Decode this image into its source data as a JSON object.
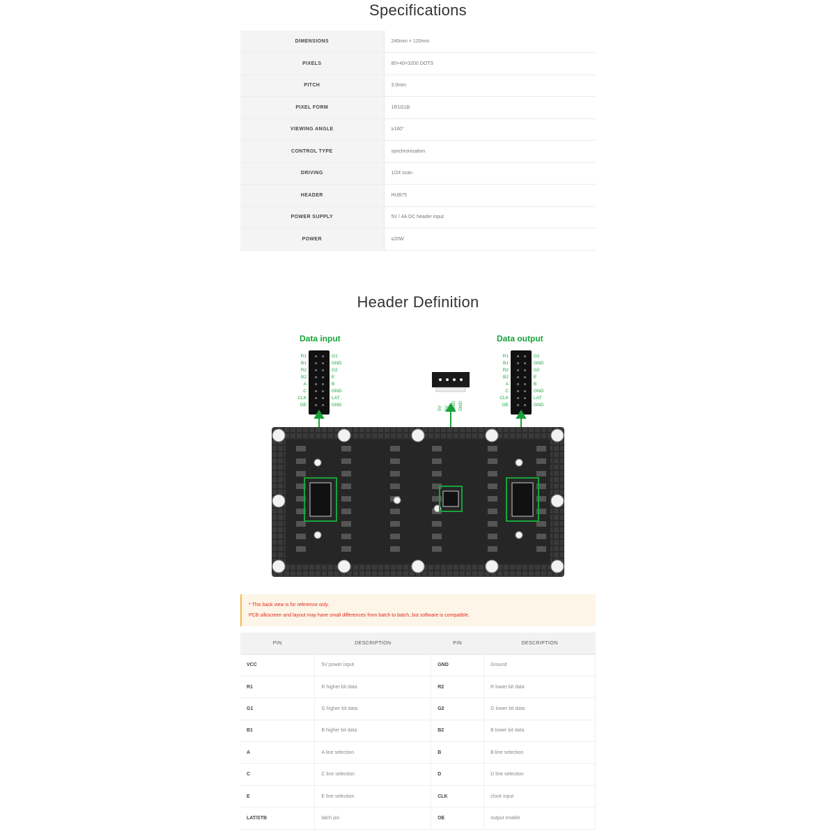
{
  "specifications": {
    "title": "Specifications",
    "rows": [
      {
        "key": "DIMENSIONS",
        "value": "240mm × 120mm"
      },
      {
        "key": "PIXELS",
        "value": "80×40=3200 DOTS"
      },
      {
        "key": "PITCH",
        "value": "3.0mm"
      },
      {
        "key": "PIXEL FORM",
        "value": "1R1G1B"
      },
      {
        "key": "VIEWING ANGLE",
        "value": "≥160°"
      },
      {
        "key": "CONTROL TYPE",
        "value": "synchronization"
      },
      {
        "key": "DRIVING",
        "value": "1/24 scan"
      },
      {
        "key": "HEADER",
        "value": "HUB75"
      },
      {
        "key": "POWER SUPPLY",
        "value": "5V / 4A DC header input"
      },
      {
        "key": "POWER",
        "value": "≤20W"
      }
    ]
  },
  "header_definition": {
    "title": "Header Definition",
    "data_input_label": "Data input",
    "data_output_label": "Data output",
    "input_pins_left": [
      "R1",
      "B1",
      "R2",
      "B2",
      "A",
      "C",
      "CLK",
      "OE"
    ],
    "input_pins_right": [
      "G1",
      "GND",
      "G2",
      "E",
      "B",
      "GND",
      "LAT",
      "GND"
    ],
    "power_pins": [
      "5V",
      "5V",
      "GND",
      "GND"
    ]
  },
  "note": {
    "line1": "* This back view is for reference only.",
    "line2": "PCB silkscreen and layout may have small differences from batch to batch, but software is compatible."
  },
  "pin_table": {
    "headers": [
      "PIN",
      "DESCRIPTION",
      "PIN",
      "DESCRIPTION"
    ],
    "rows": [
      {
        "pin1": "VCC",
        "desc1": "5V power input",
        "pin2": "GND",
        "desc2": "Ground"
      },
      {
        "pin1": "R1",
        "desc1": "R higher bit data",
        "pin2": "R2",
        "desc2": "R lower bit data"
      },
      {
        "pin1": "G1",
        "desc1": "G higher bit data",
        "pin2": "G2",
        "desc2": "G lower bit data"
      },
      {
        "pin1": "B1",
        "desc1": "B higher bit data",
        "pin2": "B2",
        "desc2": "B lower bit data"
      },
      {
        "pin1": "A",
        "desc1": "A line selection",
        "pin2": "B",
        "desc2": "B line selection"
      },
      {
        "pin1": "C",
        "desc1": "C line selection",
        "pin2": "D",
        "desc2": "D line selection"
      },
      {
        "pin1": "E",
        "desc1": "E line selection",
        "pin2": "CLK",
        "desc2": "clock input"
      },
      {
        "pin1": "LAT/STB",
        "desc1": "latch pin",
        "pin2": "OE",
        "desc2": "output enable"
      }
    ]
  }
}
